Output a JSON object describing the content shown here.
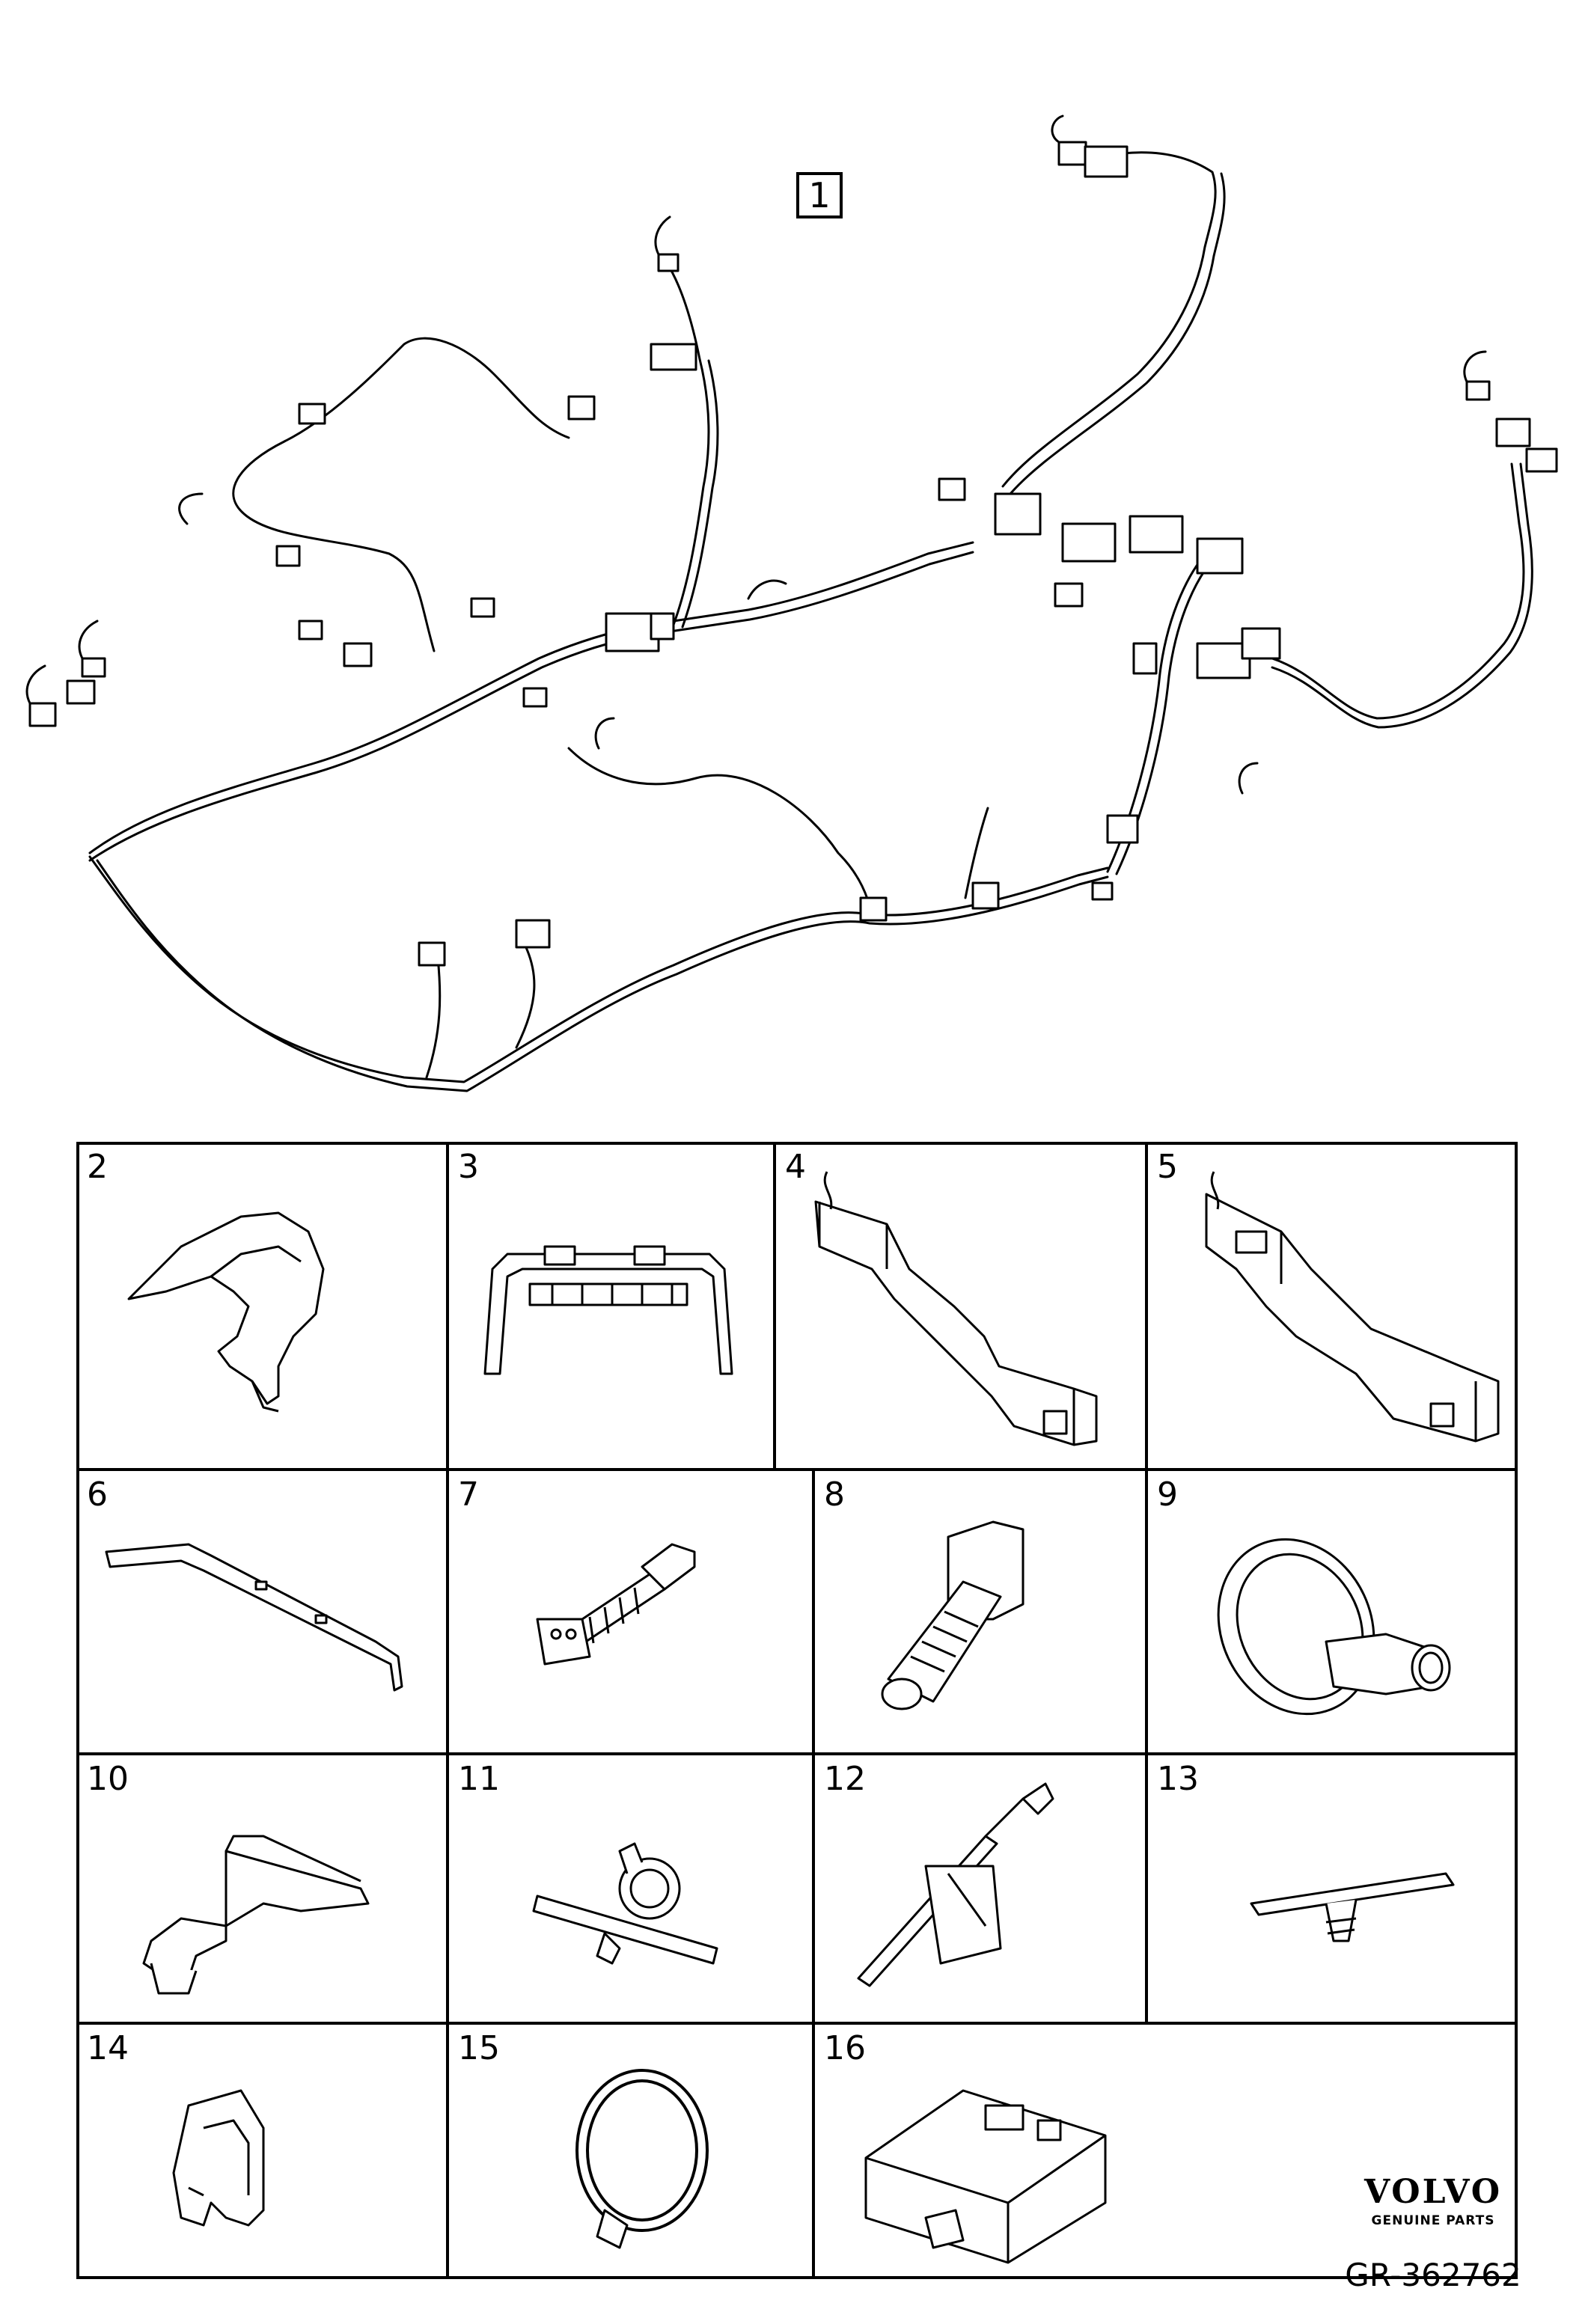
{
  "main": {
    "callout": "1"
  },
  "parts": [
    {
      "num": "2"
    },
    {
      "num": "3"
    },
    {
      "num": "4"
    },
    {
      "num": "5"
    },
    {
      "num": "6"
    },
    {
      "num": "7"
    },
    {
      "num": "8"
    },
    {
      "num": "9"
    },
    {
      "num": "10"
    },
    {
      "num": "11"
    },
    {
      "num": "12"
    },
    {
      "num": "13"
    },
    {
      "num": "14"
    },
    {
      "num": "15"
    },
    {
      "num": "16"
    }
  ],
  "brand": {
    "name": "VOLVO",
    "sub": "GENUINE PARTS"
  },
  "diagram_id": "GR-362762"
}
